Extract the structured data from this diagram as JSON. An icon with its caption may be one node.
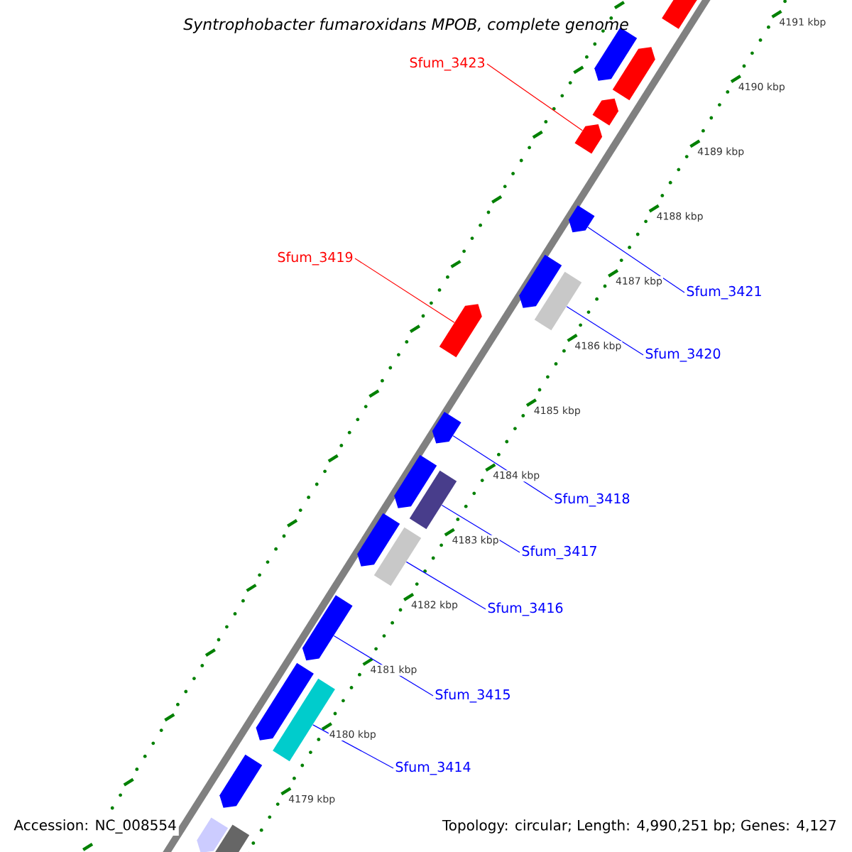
{
  "diagram": {
    "title": "Syntrophobacter fumaroxidans MPOB, complete genome",
    "nodes": [
      {
        "text": [
          "Sfum_3423"
        ]
      },
      {
        "text": [
          "Sfum_3419"
        ]
      },
      {
        "text": [
          "Sfum_3421"
        ]
      },
      {
        "text": [
          "Sfum_3420"
        ]
      },
      {
        "text": [
          "Sfum_3418"
        ]
      },
      {
        "text": [
          "Sfum_3417"
        ]
      },
      {
        "text": [
          "Sfum_3416"
        ]
      },
      {
        "text": [
          "Sfum_3415"
        ]
      },
      {
        "text": [
          "Sfum_3414"
        ]
      },
      {
        "text": [],
        "shape": "pentagon"
      },
      {
        "text": [],
        "shape": "pentagon"
      },
      {
        "text": [],
        "shape": "pentagon"
      },
      {
        "text": [],
        "shape": "pentagon"
      },
      {
        "text": [],
        "shape": "pentagon"
      },
      {
        "text": [],
        "shape": "pentagon"
      },
      {
        "text": [],
        "shape": "pentagon"
      },
      {
        "text": [],
        "shape": "bar"
      },
      {
        "text": [],
        "shape": "pentagon"
      },
      {
        "text": [],
        "shape": "pentagon"
      },
      {
        "text": [],
        "shape": "pentagon"
      },
      {
        "text": [],
        "shape": "bar"
      },
      {
        "text": [],
        "shape": "pentagon"
      },
      {
        "text": [],
        "shape": "bar"
      },
      {
        "text": [],
        "shape": "pentagon"
      },
      {
        "text": [],
        "shape": "pentagon"
      },
      {
        "text": [],
        "shape": "bar"
      },
      {
        "text": [],
        "shape": "pentagon"
      },
      {
        "text": [],
        "shape": "pentagon"
      },
      {
        "text": [],
        "shape": "bar"
      }
    ],
    "edges": [
      {
        "from": 0,
        "to": 13,
        "arrow": "none",
        "color": "#ff0000"
      },
      {
        "from": 1,
        "to": 17,
        "arrow": "none",
        "color": "#ff0000"
      },
      {
        "from": 2,
        "to": 14,
        "arrow": "none"
      },
      {
        "from": 3,
        "to": 16,
        "arrow": "none"
      },
      {
        "from": 4,
        "to": 18,
        "arrow": "none"
      },
      {
        "from": 5,
        "to": 20,
        "arrow": "none"
      },
      {
        "from": 6,
        "to": 22,
        "arrow": "none"
      },
      {
        "from": 7,
        "to": 23,
        "arrow": "none"
      },
      {
        "from": 8,
        "to": 25,
        "arrow": "none"
      }
    ],
    "labels": [
      "4191 kbp",
      "4190 kbp",
      "4189 kbp",
      "4188 kbp",
      "4187 kbp",
      "4186 kbp",
      "4185 kbp",
      "4184 kbp",
      "4183 kbp",
      "4182 kbp",
      "4181 kbp",
      "4180 kbp",
      "4179 kbp",
      "Accession: NC_008554",
      "Topology: circular; Length: 4,990,251 bp; Genes: 4,127"
    ]
  }
}
